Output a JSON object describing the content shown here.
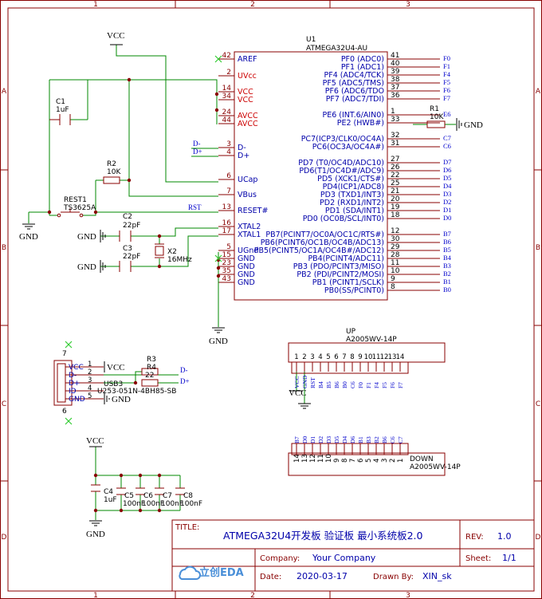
{
  "border": {
    "cols": [
      "1",
      "2",
      "3"
    ],
    "rows": [
      "A",
      "B",
      "C",
      "D"
    ]
  },
  "mcu": {
    "ref": "U1",
    "part": "ATMEGA32U4-AU",
    "left_pins": [
      {
        "num": "42",
        "name": "AREF",
        "red": false
      },
      {
        "num": "2",
        "name": "UVcc",
        "red": true
      },
      {
        "num": "14",
        "name": "VCC",
        "red": true
      },
      {
        "num": "34",
        "name": "VCC",
        "red": true
      },
      {
        "num": "24",
        "name": "AVCC",
        "red": true
      },
      {
        "num": "44",
        "name": "AVCC",
        "red": true
      },
      {
        "num": "3",
        "name": "D-",
        "red": false
      },
      {
        "num": "4",
        "name": "D+",
        "red": false
      },
      {
        "num": "6",
        "name": "UCap",
        "red": false
      },
      {
        "num": "7",
        "name": "VBus",
        "red": false
      },
      {
        "num": "13",
        "name": "RESET#",
        "red": false
      },
      {
        "num": "16",
        "name": "XTAL2",
        "red": false
      },
      {
        "num": "17",
        "name": "XTAL1",
        "red": false
      },
      {
        "num": "5",
        "name": "UGnd",
        "red": false
      },
      {
        "num": "15",
        "name": "GND",
        "red": false
      },
      {
        "num": "23",
        "name": "GND",
        "red": false
      },
      {
        "num": "35",
        "name": "GND",
        "red": false
      },
      {
        "num": "43",
        "name": "GND",
        "red": false
      }
    ],
    "right_pins": [
      {
        "num": "41",
        "name": "PF0 (ADC0)",
        "net": "F0"
      },
      {
        "num": "40",
        "name": "PF1 (ADC1)",
        "net": "F1"
      },
      {
        "num": "39",
        "name": "PF4 (ADC4/TCK)",
        "net": "F4"
      },
      {
        "num": "38",
        "name": "PF5 (ADC5/TMS)",
        "net": "F5"
      },
      {
        "num": "37",
        "name": "PF6 (ADC6/TDO",
        "net": "F6"
      },
      {
        "num": "36",
        "name": "PF7 (ADC7/TDI)",
        "net": "F7"
      },
      {
        "num": "1",
        "name": "PE6 (INT.6/AIN0)",
        "net": "E6"
      },
      {
        "num": "33",
        "name": "PE2 (HWB#)",
        "net": ""
      },
      {
        "num": "32",
        "name": "PC7(ICP3/CLK0/OC4A)",
        "net": "C7"
      },
      {
        "num": "31",
        "name": "PC6(OC3A/OC4A#)",
        "net": "C6"
      },
      {
        "num": "27",
        "name": "PD7 (T0/OC4D/ADC10)",
        "net": "D7"
      },
      {
        "num": "26",
        "name": "PD6(T1/OC4D#/ADC9)",
        "net": "D6"
      },
      {
        "num": "22",
        "name": "PD5 (XCK1/CTS#)",
        "net": "D5"
      },
      {
        "num": "25",
        "name": "PD4(ICP1/ADC8)",
        "net": "D4"
      },
      {
        "num": "21",
        "name": "PD3 (TXD1/INT3)",
        "net": "D3"
      },
      {
        "num": "20",
        "name": "PD2 (RXD1/INT2)",
        "net": "D2"
      },
      {
        "num": "19",
        "name": "PD1 (SDA/INT1)",
        "net": "D1"
      },
      {
        "num": "18",
        "name": "PD0 (OC0B/SCL/INT0)",
        "net": "D0"
      },
      {
        "num": "12",
        "name": "PB7(PCINT7/OC0A/OC1C/RTS#)",
        "net": "B7"
      },
      {
        "num": "30",
        "name": "PB6(PCINT6/OC1B/OC4B/ADC13)",
        "net": "B6"
      },
      {
        "num": "29",
        "name": "PB5(PCINT5/OC1A/OC4B#/ADC12)",
        "net": "B5"
      },
      {
        "num": "28",
        "name": "PB4(PCINT4/ADC11)",
        "net": "B4"
      },
      {
        "num": "11",
        "name": "PB3 (PDO/PCINT3/MISO)",
        "net": "B3"
      },
      {
        "num": "10",
        "name": "PB2 (PDI/PCINT2/MOSI)",
        "net": "B2"
      },
      {
        "num": "9",
        "name": "PB1 (PCINT1/SCLK)",
        "net": "B1"
      },
      {
        "num": "8",
        "name": "PB0(SS/PCINT0)",
        "net": "B0"
      }
    ],
    "right_gap_after": [
      6,
      8,
      10,
      18
    ]
  },
  "labels": {
    "vcc": "VCC",
    "gnd": "GND",
    "c1_ref": "C1",
    "c1_val": "1uF",
    "r2_ref": "R2",
    "r2_val": "10K",
    "rest_ref": "REST1",
    "rest_part": "TS3625A",
    "rst_net": "RST",
    "c2_ref": "C2",
    "c2_val": "22pF",
    "c3_ref": "C3",
    "c3_val": "22pF",
    "x2_ref": "X2",
    "x2_val": "16MHz",
    "r1_ref": "R1",
    "r1_val": "10K",
    "dminus": "D-",
    "dplus": "D+",
    "r3_ref": "R3",
    "r3_val": "22",
    "r4_ref": "R4",
    "r4_val": "22",
    "usb_ref": "USB3",
    "usb_part": "U253-051N-4BH85-SB",
    "usb_pins": [
      "VCC",
      "D-",
      "D+",
      "ID",
      "GND"
    ],
    "usb_nums": [
      "1",
      "2",
      "3",
      "4",
      "5"
    ],
    "usb_shell_top": "7",
    "usb_shell_bot": "6",
    "usb_shell_bot2": "5",
    "c4_ref": "C4",
    "c4_val": "1uF",
    "c5_ref": "C5",
    "c5_val": "100nF",
    "c6_ref": "C6",
    "c6_val": "100nF",
    "c7_ref": "C7",
    "c7_val": "100nF",
    "c8_ref": "C8",
    "c8_val": "100nF"
  },
  "up_header": {
    "ref": "UP",
    "part": "A2005WV-14P",
    "pins": [
      "1",
      "2",
      "3",
      "4",
      "5",
      "6",
      "7",
      "8",
      "9",
      "10",
      "11",
      "12",
      "13",
      "14"
    ],
    "nets": [
      "VCC",
      "GND",
      "RST",
      "B4",
      "B5",
      "B6",
      "B0",
      "C6",
      "F0",
      "F1",
      "F4",
      "F5",
      "F6",
      "F7"
    ]
  },
  "down_header": {
    "ref": "DOWN",
    "part": "A2005WV-14P",
    "pins": [
      "14",
      "13",
      "12",
      "11",
      "10",
      "9",
      "8",
      "7",
      "6",
      "5",
      "4",
      "3",
      "2",
      "1"
    ],
    "nets": [
      "B7",
      "D0",
      "D1",
      "D2",
      "D3",
      "D5",
      "D4",
      "D6",
      "B1",
      "B3",
      "B2",
      "B6",
      "C6",
      "C7"
    ]
  },
  "title_block": {
    "title_label": "TITLE:",
    "title": "ATMEGA32U4开发板 验证板 最小系统板2.0",
    "rev_label": "REV:",
    "rev": "1.0",
    "company_label": "Company:",
    "company": "Your Company",
    "sheet_label": "Sheet:",
    "sheet": "1/1",
    "date_label": "Date:",
    "date": "2020-03-17",
    "drawn_label": "Drawn By:",
    "drawn": "XIN_sk",
    "logo": "立创EDA"
  },
  "colors": {
    "frame": "#880000",
    "wire": "#008800",
    "pin_red": "#cc0000",
    "label_blue": "#0000aa",
    "net_blue": "#0000cc",
    "noconnect": "#33cc33"
  }
}
